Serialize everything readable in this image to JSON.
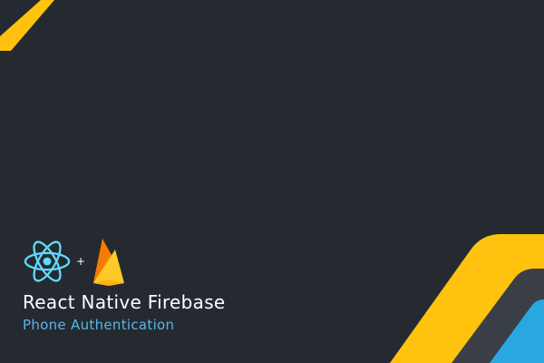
{
  "title": "React Native Firebase",
  "subtitle": "Phone Authentication",
  "plus_sign": "+",
  "logos": {
    "left": "react-logo",
    "right": "firebase-logo"
  },
  "colors": {
    "background": "#252a31",
    "react": "#61dafb",
    "subtitle": "#5bb5ea",
    "accent_yellow": "#ffc20e",
    "accent_dark": "#3a3f47",
    "accent_blue": "#29a8e0",
    "firebase_yellow": "#ffca28",
    "firebase_orange": "#ffa000",
    "firebase_amber": "#f57c00"
  }
}
